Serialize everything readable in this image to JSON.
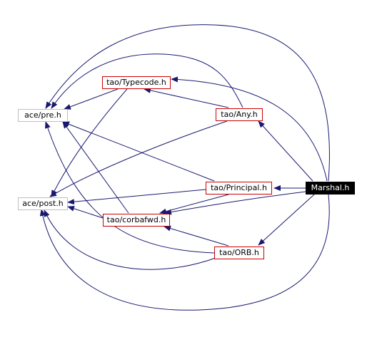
{
  "colors": {
    "edge": "#191970",
    "node_border": "#cc0000",
    "external_border": "#bfbfbf",
    "focus_fill": "#000000",
    "focus_text": "#ffffff"
  },
  "nodes": {
    "marshal": "Marshal.h",
    "typecode": "tao/Typecode.h",
    "any": "tao/Any.h",
    "principal": "tao/Principal.h",
    "corbafwd": "tao/corbafwd.h",
    "orb": "tao/ORB.h",
    "pre": "ace/pre.h",
    "post": "ace/post.h"
  },
  "edges": [
    [
      "marshal",
      "any"
    ],
    [
      "marshal",
      "principal"
    ],
    [
      "marshal",
      "orb"
    ],
    [
      "marshal",
      "typecode"
    ],
    [
      "marshal",
      "corbafwd"
    ],
    [
      "marshal",
      "pre"
    ],
    [
      "marshal",
      "post"
    ],
    [
      "any",
      "typecode"
    ],
    [
      "any",
      "pre"
    ],
    [
      "any",
      "post"
    ],
    [
      "typecode",
      "pre"
    ],
    [
      "typecode",
      "post"
    ],
    [
      "principal",
      "pre"
    ],
    [
      "principal",
      "post"
    ],
    [
      "principal",
      "corbafwd"
    ],
    [
      "corbafwd",
      "pre"
    ],
    [
      "corbafwd",
      "post"
    ],
    [
      "orb",
      "corbafwd"
    ],
    [
      "orb",
      "pre"
    ],
    [
      "orb",
      "post"
    ]
  ]
}
